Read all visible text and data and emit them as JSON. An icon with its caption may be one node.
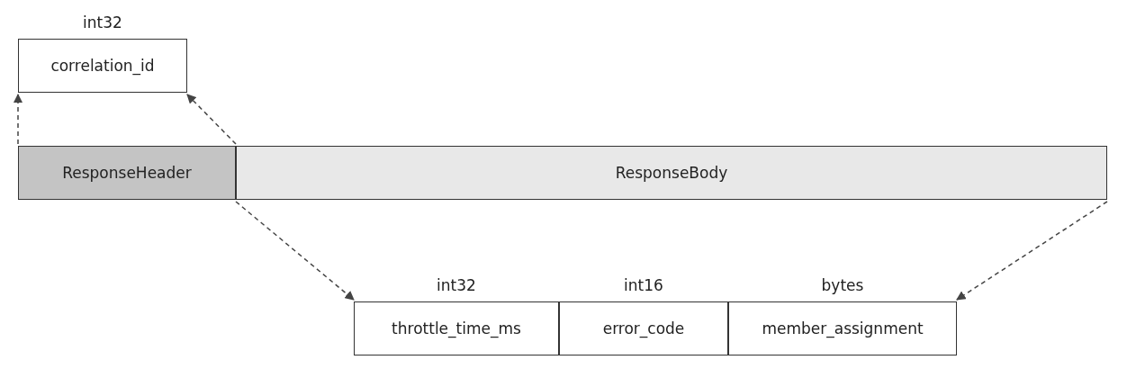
{
  "diagram": {
    "nodes": [
      {
        "text": [
          "correlation_id"
        ],
        "beside": [
          "int32"
        ]
      },
      {
        "text": [
          "ResponseHeader"
        ]
      },
      {
        "text": [
          "ResponseBody"
        ]
      },
      {
        "text": [
          "throttle_time_ms"
        ],
        "beside": [
          "int32"
        ]
      },
      {
        "text": [
          "error_code"
        ],
        "beside": [
          "int16"
        ]
      },
      {
        "text": [
          "member_assignment"
        ],
        "beside": [
          "bytes"
        ]
      }
    ],
    "edges": [
      {
        "from": 1,
        "to": 0,
        "arrow": "to",
        "style": "dashed"
      },
      {
        "from": 1,
        "to": 0,
        "arrow": "to",
        "style": "dashed"
      },
      {
        "from": 2,
        "to": 3,
        "arrow": "to",
        "style": "dashed"
      },
      {
        "from": 2,
        "to": 5,
        "arrow": "to",
        "style": "dashed"
      }
    ]
  }
}
